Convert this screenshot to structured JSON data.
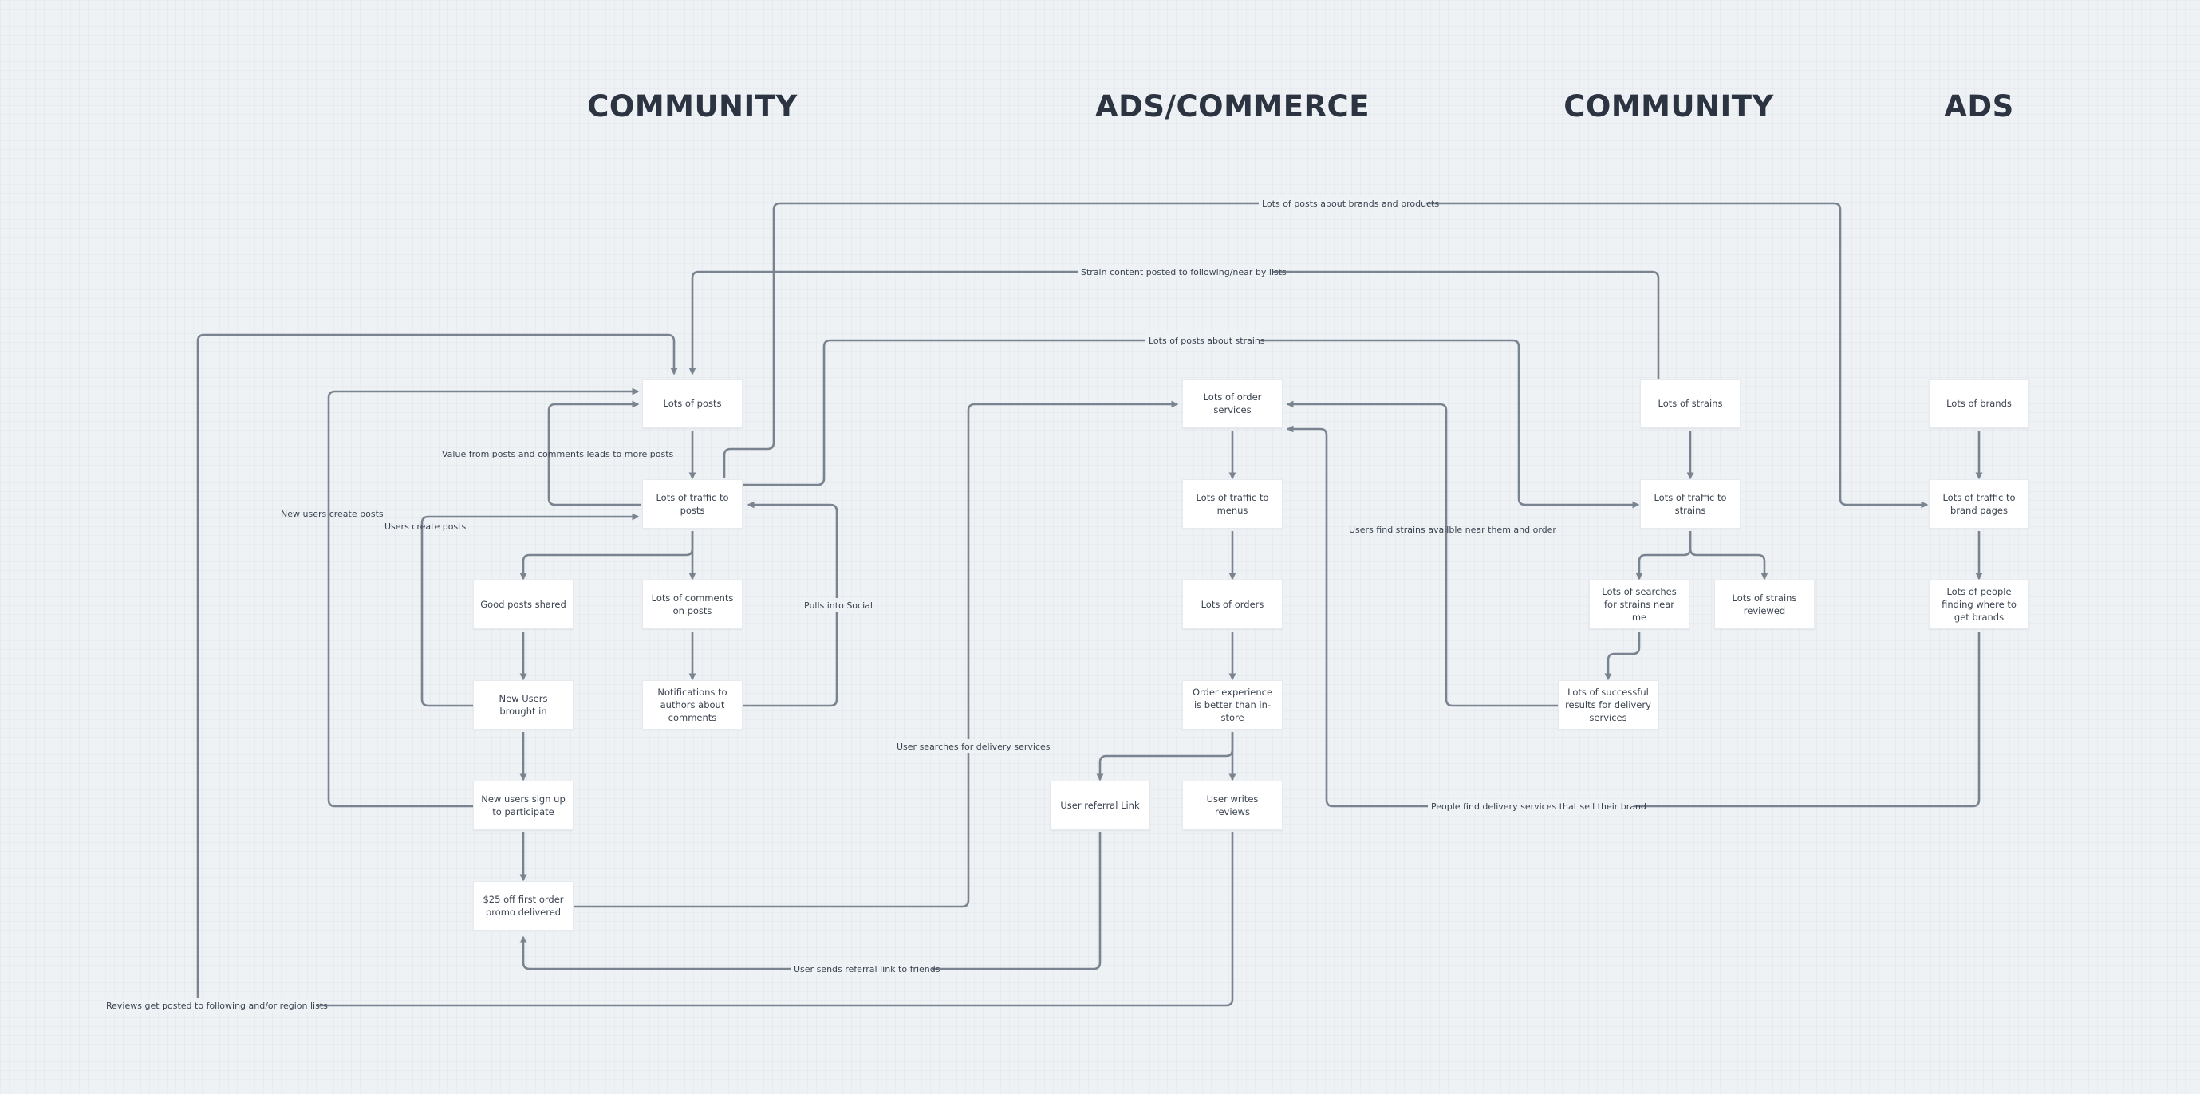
{
  "headings": [
    "COMMUNITY",
    "ADS/COMMERCE",
    "COMMUNITY",
    "ADS"
  ],
  "nodes": {
    "lots_of_posts": "Lots of posts",
    "traffic_to_posts": "Lots of traffic to posts",
    "good_posts_shared": "Good posts shared",
    "comments_on_posts": "Lots of comments on posts",
    "new_users_brought_in": "New Users brought in",
    "notifications": "Notifications to authors about comments",
    "new_users_sign_up": "New users sign up to participate",
    "promo_delivered": "$25 off first order promo delivered",
    "order_services": "Lots of order services",
    "traffic_to_menus": "Lots of traffic to menus",
    "lots_of_orders": "Lots of orders",
    "order_experience": "Order experience is better than in-store",
    "user_referral_link": "User referral Link",
    "user_writes_reviews": "User writes reviews",
    "lots_of_strains": "Lots of strains",
    "traffic_to_strains": "Lots of traffic to strains",
    "searches_for_strains": "Lots of searches for strains near me",
    "strains_reviewed": "Lots of strains reviewed",
    "successful_results": "Lots of successful results for delivery services",
    "lots_of_brands": "Lots of brands",
    "traffic_to_brand_pages": "Lots of traffic to brand pages",
    "people_finding": "Lots of people finding where to get brands"
  },
  "edge_labels": {
    "posts_about_brands": "Lots of posts about brands and products",
    "strain_content": "Strain content posted to following/near by lists",
    "posts_about_strains": "Lots of posts about strains",
    "value_from_posts": "Value from posts and comments leads to more posts",
    "new_users_create_posts": "New users create posts",
    "users_create_posts": "Users create posts",
    "pulls_into_social": "Pulls into Social",
    "users_find_strains": "Users find strains availble near them and order",
    "user_searches_delivery": "User searches for delivery services",
    "people_find_delivery": "People find delivery services that sell their brand",
    "referral_link_to_friends": "User sends referral link to friends",
    "reviews_posted": "Reviews get posted to following and/or region lists"
  }
}
